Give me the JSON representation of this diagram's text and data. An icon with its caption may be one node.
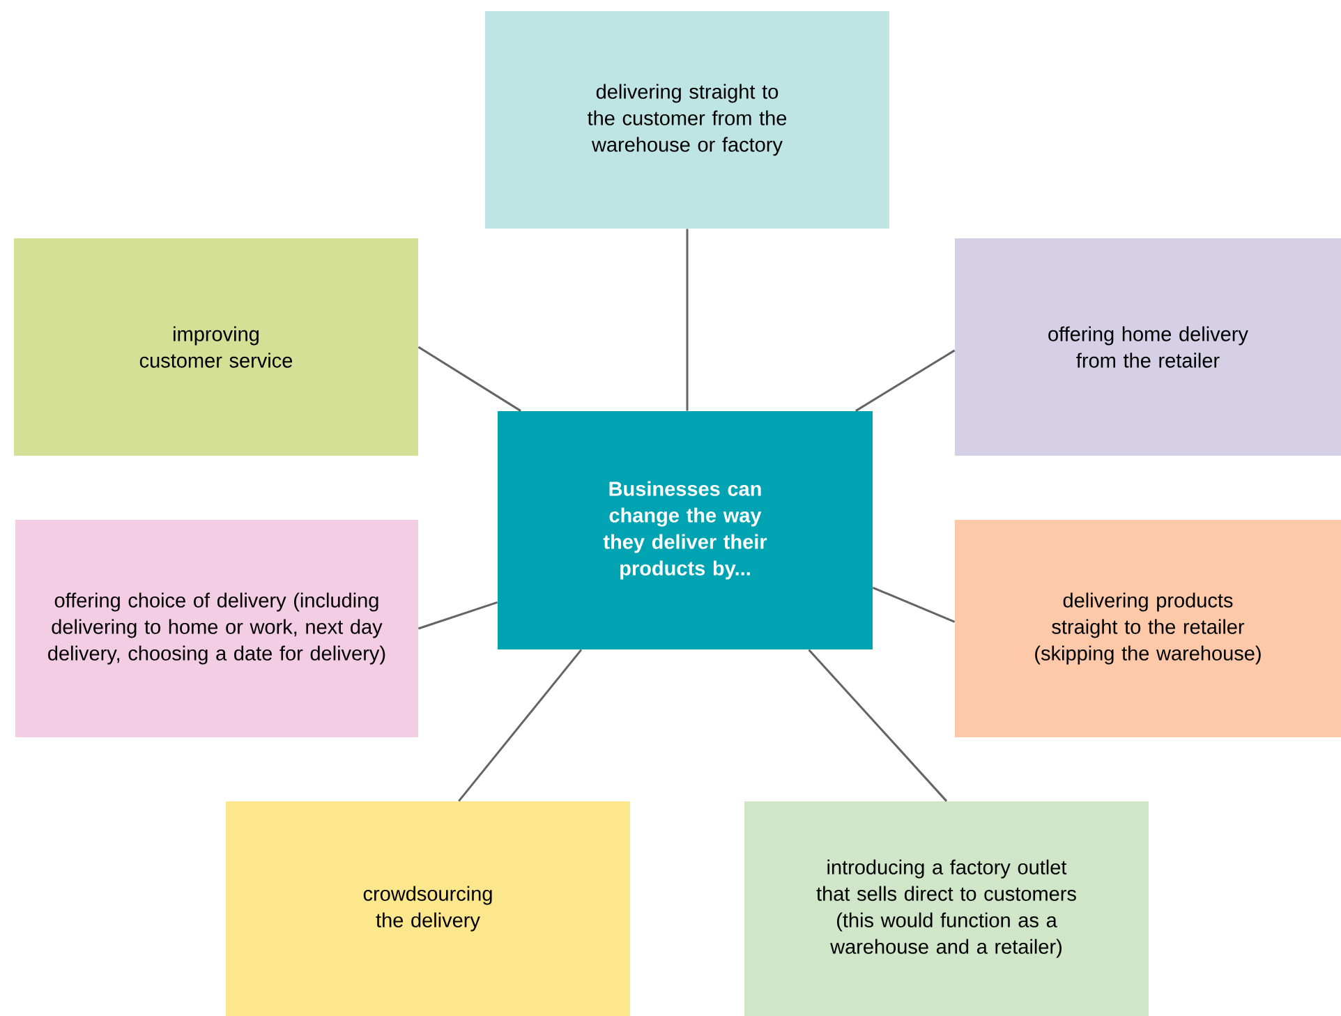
{
  "diagram": {
    "nodes": [
      {
        "text": [
          "Businesses can change the way they deliver their products by..."
        ]
      },
      {
        "text": [
          "delivering straight to the customer from the warehouse or factory"
        ]
      },
      {
        "text": [
          "improving customer service"
        ]
      },
      {
        "text": [
          "offering home delivery from the retailer"
        ]
      },
      {
        "text": [
          "offering choice of delivery (including delivering to home or work, next day delivery, choosing a date for delivery)"
        ]
      },
      {
        "text": [
          "delivering products straight to the retailer (skipping the warehouse)"
        ]
      },
      {
        "text": [
          "crowdsourcing the delivery"
        ]
      },
      {
        "text": [
          "introducing a factory outlet that sells direct to customers (this would function as a warehouse and a retailer)"
        ]
      }
    ],
    "edges": [
      {
        "from": 0,
        "to": 1,
        "arrow": "none"
      },
      {
        "from": 0,
        "to": 2,
        "arrow": "none"
      },
      {
        "from": 0,
        "to": 3,
        "arrow": "none"
      },
      {
        "from": 0,
        "to": 4,
        "arrow": "none"
      },
      {
        "from": 0,
        "to": 5,
        "arrow": "none"
      },
      {
        "from": 0,
        "to": 6,
        "arrow": "none"
      },
      {
        "from": 0,
        "to": 7,
        "arrow": "none"
      }
    ]
  }
}
